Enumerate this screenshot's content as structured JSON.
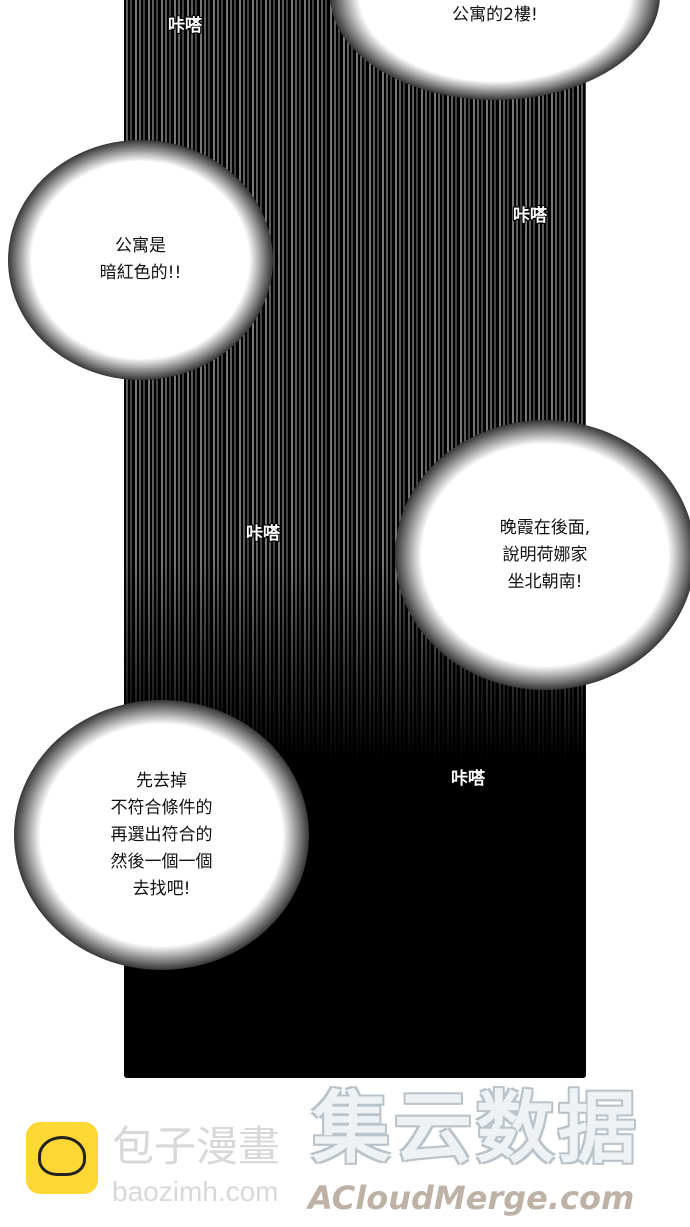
{
  "bubbles": [
    {
      "text": "公寓的2樓!"
    },
    {
      "text": "公寓是\n暗紅色的!!"
    },
    {
      "text": "晚霞在後面,\n說明荷娜家\n坐北朝南!"
    },
    {
      "text": "先去掉\n不符合條件的\n再選出符合的\n然後一個一個\n去找吧!"
    }
  ],
  "sfx": [
    "咔嗒",
    "咔嗒",
    "咔嗒",
    "咔嗒"
  ],
  "watermark": {
    "site_name": "包子漫畫",
    "site_url": "baozimh.com",
    "brand_cn": "集云数据",
    "brand_en": "ACloudMerge.com"
  }
}
